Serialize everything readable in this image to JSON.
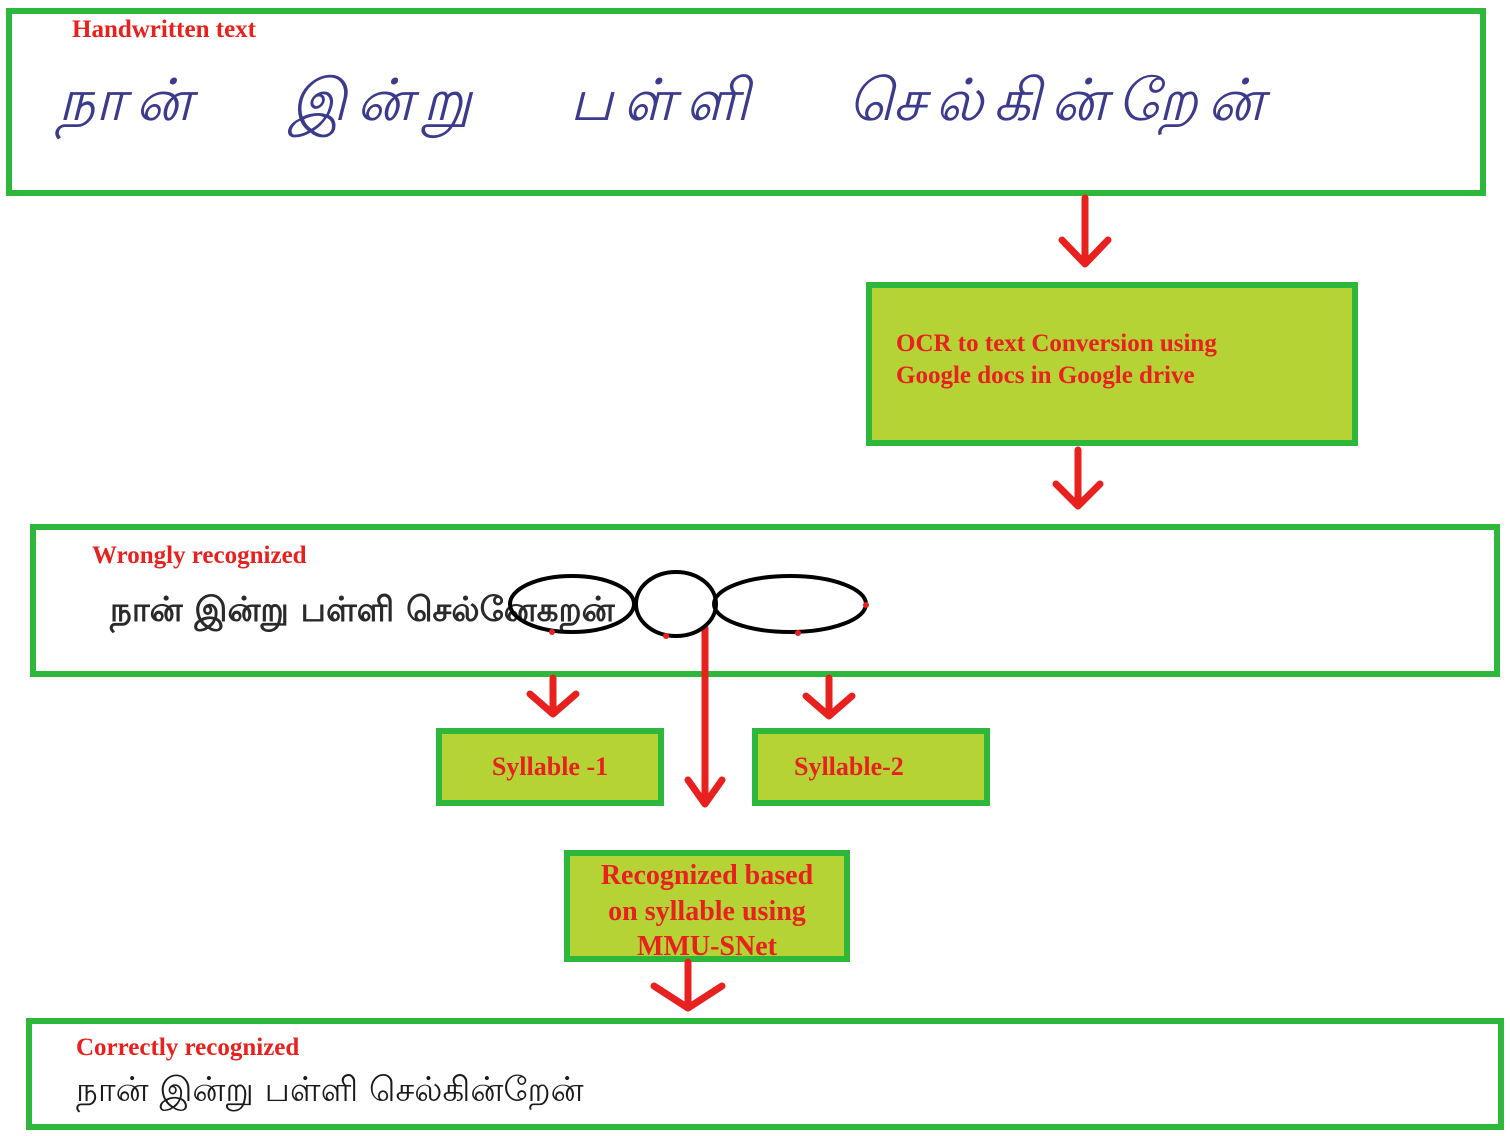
{
  "handwritten": {
    "label": "Handwritten text",
    "text": "நான் இன்று பள்ளி செல்கின்றேன்"
  },
  "ocr_step": {
    "line1": "OCR to text Conversion using",
    "line2": "Google docs in Google drive"
  },
  "wrongly": {
    "label": "Wrongly recognized",
    "text": "நான் இன்று பள்ளி செல்னேகறன்"
  },
  "syllable1": {
    "label": "Syllable -1"
  },
  "syllable2": {
    "label": "Syllable-2"
  },
  "mmu_step": {
    "line1": "Recognized based",
    "line2": "on syllable using",
    "line3": "MMU-SNet"
  },
  "correctly": {
    "label": "Correctly recognized",
    "text": "நான் இன்று பள்ளி செல்கின்றேன்"
  },
  "colors": {
    "border": "#2db83c",
    "fill": "#b5d334",
    "label": "#e8201e",
    "arrow": "#e8201e",
    "handwriting": "#3b3a8c"
  }
}
